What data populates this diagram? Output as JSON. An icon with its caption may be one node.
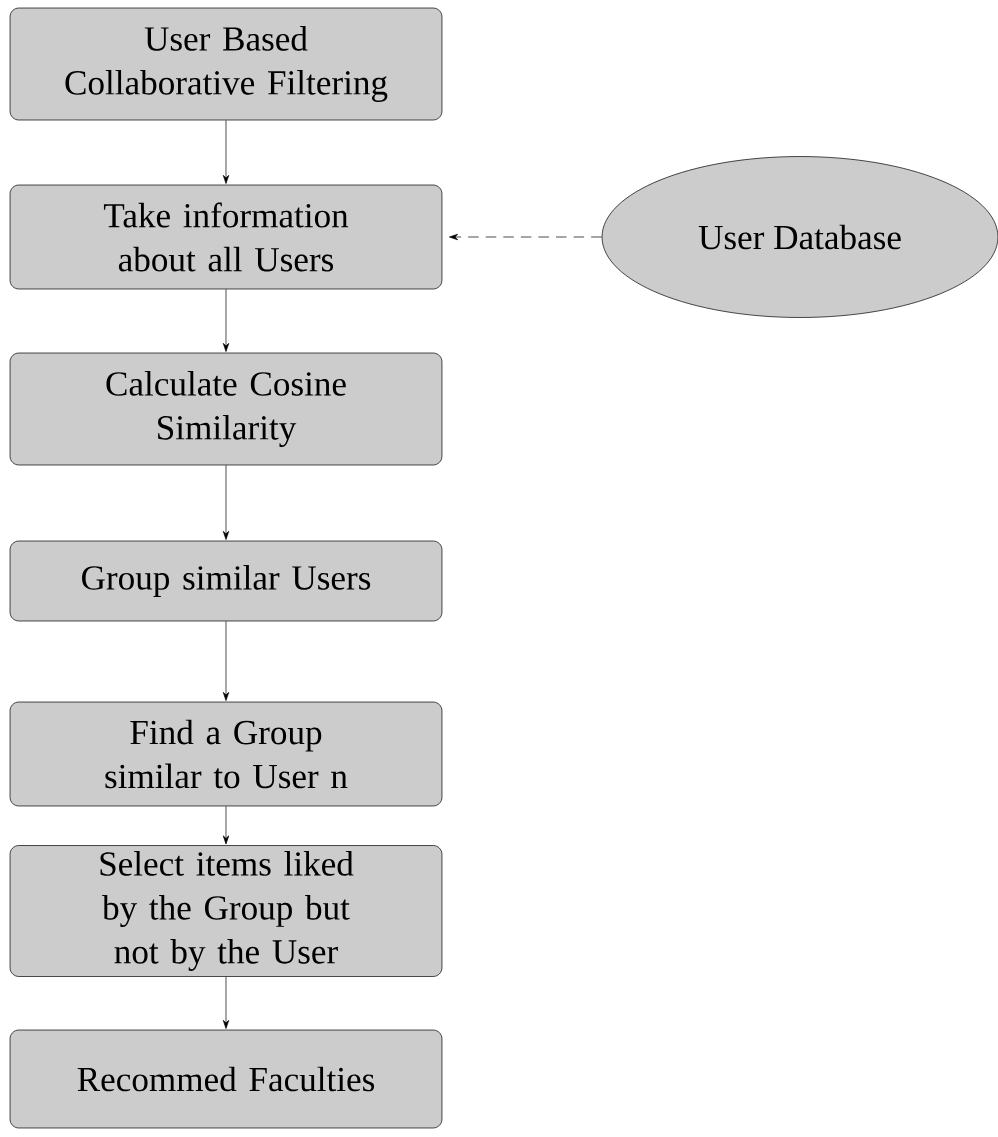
{
  "diagram": {
    "nodes": [
      {
        "text": [
          "User Based Collaborative Filtering"
        ]
      },
      {
        "text": [
          "Take information about all Users"
        ]
      },
      {
        "text": [
          "Calculate Cosine Similarity"
        ]
      },
      {
        "text": [
          "Group similar Users"
        ]
      },
      {
        "text": [
          "Find a Group similar to User n"
        ]
      },
      {
        "text": [
          "Select items liked by the Group but not by the User"
        ]
      },
      {
        "text": [
          "Recommed Faculties"
        ]
      },
      {
        "text": [
          "User Database"
        ]
      }
    ],
    "edges": [
      {
        "from": 0,
        "to": 1,
        "arrow": "to"
      },
      {
        "from": 1,
        "to": 2,
        "arrow": "to"
      },
      {
        "from": 2,
        "to": 3,
        "arrow": "to"
      },
      {
        "from": 3,
        "to": 4,
        "arrow": "to"
      },
      {
        "from": 4,
        "to": 5,
        "arrow": "to"
      },
      {
        "from": 5,
        "to": 6,
        "arrow": "to"
      },
      {
        "from": 7,
        "to": 1,
        "arrow": "to",
        "style": "dashed"
      }
    ]
  }
}
